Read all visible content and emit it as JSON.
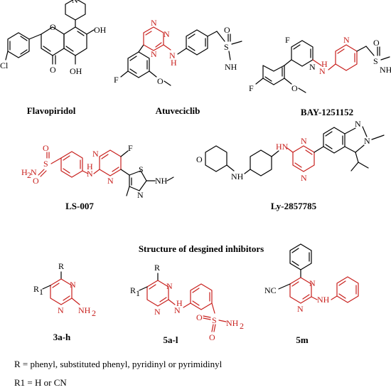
{
  "colors": {
    "scaffold": "#c8201d",
    "bond": "#000000"
  },
  "compounds": {
    "flavopiridol": "Flavopiridol",
    "atuveciclib": "Atuveciclib",
    "bay": "BAY-1251152",
    "ls007": "LS-007",
    "ly": "Ly-2857785",
    "c3": "3a-h",
    "c5": "5a-l",
    "c5m": "5m"
  },
  "section_title": "Structure of desgined inhibitors",
  "atoms": {
    "Cl": "Cl",
    "O": "O",
    "OH": "OH",
    "N": "N",
    "NH": "NH",
    "NH2": "NH",
    "F": "F",
    "H": "H",
    "S": "S",
    "R": "R",
    "R1": "R",
    "sub1": "1",
    "sub2": "2",
    "HN": "HN",
    "NC": "NC",
    "H2N": "H",
    "H2Nsub": "2",
    "H2Nn": "N"
  },
  "legend": {
    "r_def": "R = phenyl, substituted phenyl, pyridinyl or pyrimidinyl",
    "r1_def": "R1 = H or CN"
  }
}
